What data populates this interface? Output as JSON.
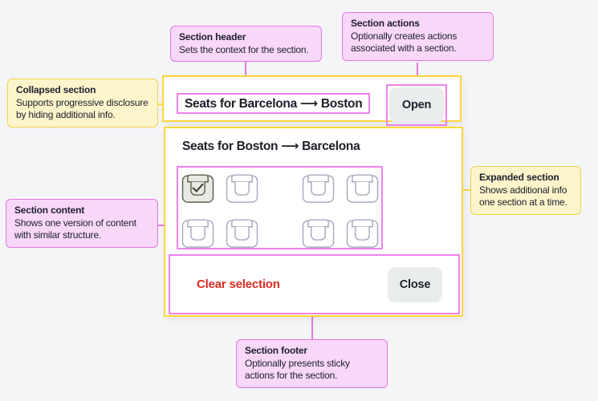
{
  "colors": {
    "page_bg": "#f4f5f7",
    "card_bg": "#ffffff",
    "yellow_border": "#ffd43c",
    "yellow_callout_bg": "#fcf5cb",
    "yellow_callout_border": "#f0d14b",
    "pink_callout_bg": "#f8d7f8",
    "pink_callout_border": "#e478e4",
    "pink_highlight_border": "#ef82ef",
    "text_dark": "#20212e",
    "danger_red": "#d92b21",
    "button_bg": "#e9eced",
    "seat_outline": "#a6aabe",
    "seat_selected_fill": "#e7e9e3",
    "seat_selected_outline": "#5d624f"
  },
  "callouts": [
    {
      "id": "section-header",
      "style": "pink",
      "title": "Section header",
      "body": "Sets the context for the section."
    },
    {
      "id": "section-actions",
      "style": "pink",
      "title": "Section actions",
      "body": "Optionally creates actions associated with a section."
    },
    {
      "id": "collapsed-section",
      "style": "yellow",
      "title": "Collapsed section",
      "body": "Supports progressive disclosure by hiding additional info."
    },
    {
      "id": "expanded-section",
      "style": "yellow",
      "title": "Expanded section",
      "body": "Shows additional info one section at a time."
    },
    {
      "id": "section-content",
      "style": "pink",
      "title": "Section content",
      "body": "Shows one version of content with similar structure."
    },
    {
      "id": "section-footer",
      "style": "pink",
      "title": "Section footer",
      "body": "Optionally presents sticky actions for the section."
    }
  ],
  "card": {
    "collapsed": {
      "title": "Seats for Barcelona ⟶ Boston",
      "action_label": "Open"
    },
    "expanded": {
      "title": "Seats for Boston ⟶ Barcelona",
      "seats": {
        "rows": [
          [
            "selected",
            "empty",
            "empty",
            "empty"
          ],
          [
            "empty",
            "empty",
            "empty",
            "empty"
          ]
        ],
        "aisle_after_col": 2
      },
      "footer": {
        "clear_label": "Clear selection",
        "close_label": "Close"
      }
    }
  }
}
